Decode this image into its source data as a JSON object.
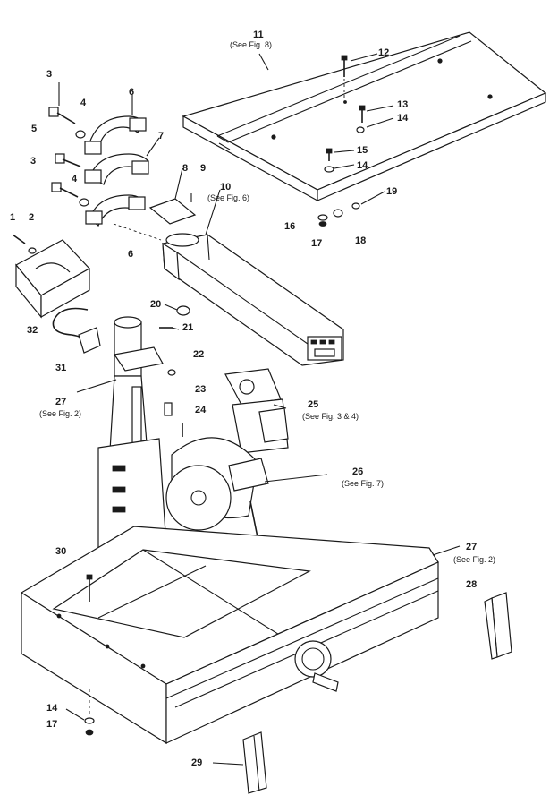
{
  "parts": [
    {
      "key": "p11",
      "num": "11",
      "ref": "(See Fig. 8)"
    },
    {
      "key": "p12",
      "num": "12"
    },
    {
      "key": "p13",
      "num": "13"
    },
    {
      "key": "p14a",
      "num": "14"
    },
    {
      "key": "p15",
      "num": "15"
    },
    {
      "key": "p14b",
      "num": "14"
    },
    {
      "key": "p19",
      "num": "19"
    },
    {
      "key": "p16",
      "num": "16"
    },
    {
      "key": "p17a",
      "num": "17"
    },
    {
      "key": "p18",
      "num": "18"
    },
    {
      "key": "p3a",
      "num": "3"
    },
    {
      "key": "p4a",
      "num": "4"
    },
    {
      "key": "p6a",
      "num": "6"
    },
    {
      "key": "p5",
      "num": "5"
    },
    {
      "key": "p7",
      "num": "7"
    },
    {
      "key": "p3b",
      "num": "3"
    },
    {
      "key": "p4b",
      "num": "4"
    },
    {
      "key": "p8",
      "num": "8"
    },
    {
      "key": "p9",
      "num": "9"
    },
    {
      "key": "p10",
      "num": "10",
      "ref": "(See Fig. 6)"
    },
    {
      "key": "p1",
      "num": "1"
    },
    {
      "key": "p2",
      "num": "2"
    },
    {
      "key": "p6b",
      "num": "6"
    },
    {
      "key": "p20",
      "num": "20"
    },
    {
      "key": "p21",
      "num": "21"
    },
    {
      "key": "p32",
      "num": "32"
    },
    {
      "key": "p31",
      "num": "31"
    },
    {
      "key": "p22",
      "num": "22"
    },
    {
      "key": "p27a",
      "num": "27",
      "ref": "(See Fig. 2)"
    },
    {
      "key": "p23",
      "num": "23"
    },
    {
      "key": "p24",
      "num": "24"
    },
    {
      "key": "p25",
      "num": "25",
      "ref": "(See Fig. 3 & 4)"
    },
    {
      "key": "p26",
      "num": "26",
      "ref": "(See Fig. 7)"
    },
    {
      "key": "p30",
      "num": "30"
    },
    {
      "key": "p27b",
      "num": "27",
      "ref": "(See Fig. 2)"
    },
    {
      "key": "p28",
      "num": "28"
    },
    {
      "key": "p14c",
      "num": "14"
    },
    {
      "key": "p17b",
      "num": "17"
    },
    {
      "key": "p29",
      "num": "29"
    }
  ]
}
